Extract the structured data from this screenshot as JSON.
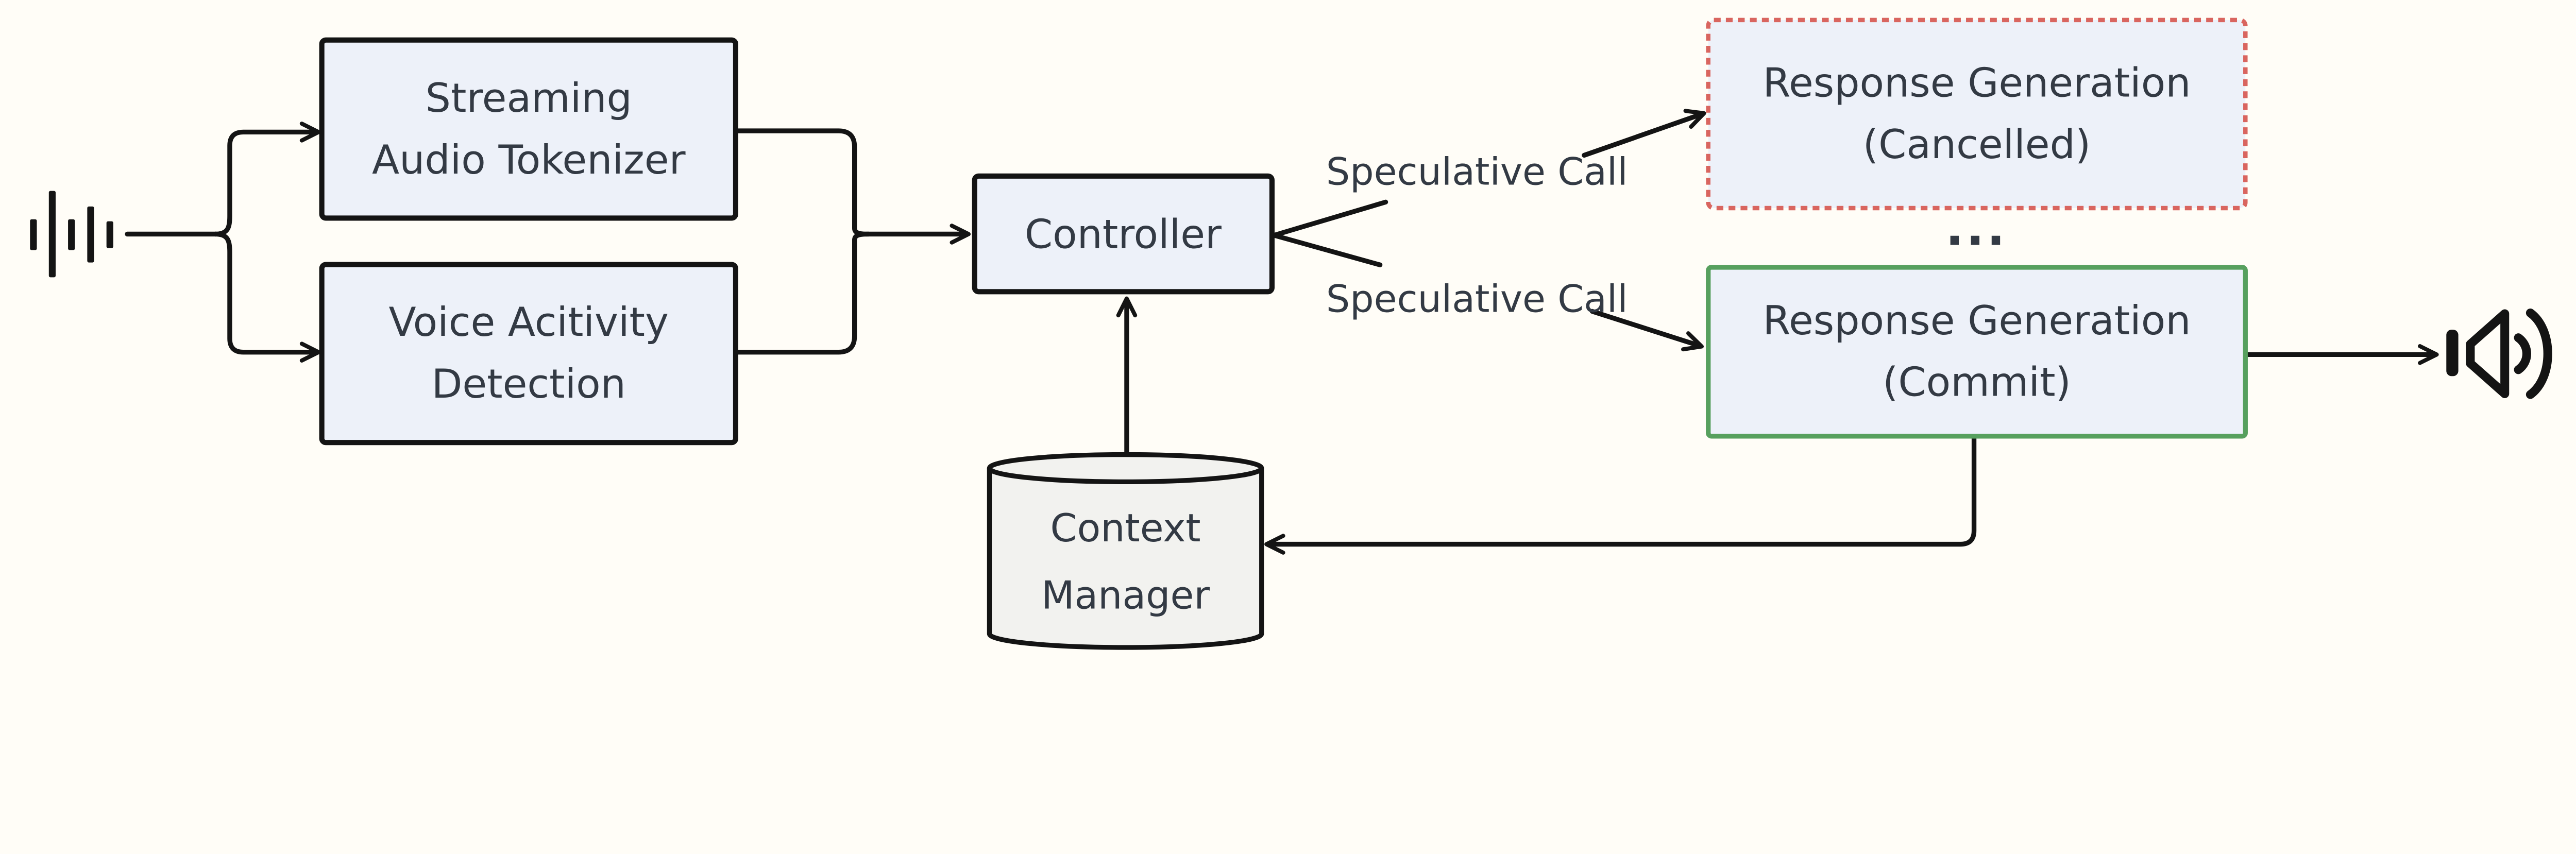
{
  "diagram": {
    "title": "speculative speech response generation pipeline",
    "nodes": {
      "tokenizer": {
        "line1": "Streaming",
        "line2": "Audio Tokenizer"
      },
      "vad": {
        "line1": "Voice Acitivity",
        "line2": "Detection"
      },
      "controller": {
        "label": "Controller"
      },
      "cancelled": {
        "line1": "Response Generation",
        "line2": "(Cancelled)"
      },
      "commit": {
        "line1": "Response Generation",
        "line2": "(Commit)"
      },
      "context_manager": {
        "line1": "Context",
        "line2": "Manager"
      }
    },
    "edge_labels": {
      "speculative_call_top": "Speculative Call",
      "speculative_call_bottom": "Speculative Call",
      "ellipsis": "..."
    },
    "icons": {
      "input": "audio-waveform-icon",
      "output": "speaker-icon"
    },
    "colors": {
      "background": "#fffdf7",
      "node-fill": "#edf1f9",
      "node-stroke": "#141414",
      "cancelled-border": "#d9655f",
      "commit-border": "#57a05e",
      "cylinder-fill": "#f2f2ef",
      "text": "#333a44",
      "line": "#141414"
    }
  }
}
